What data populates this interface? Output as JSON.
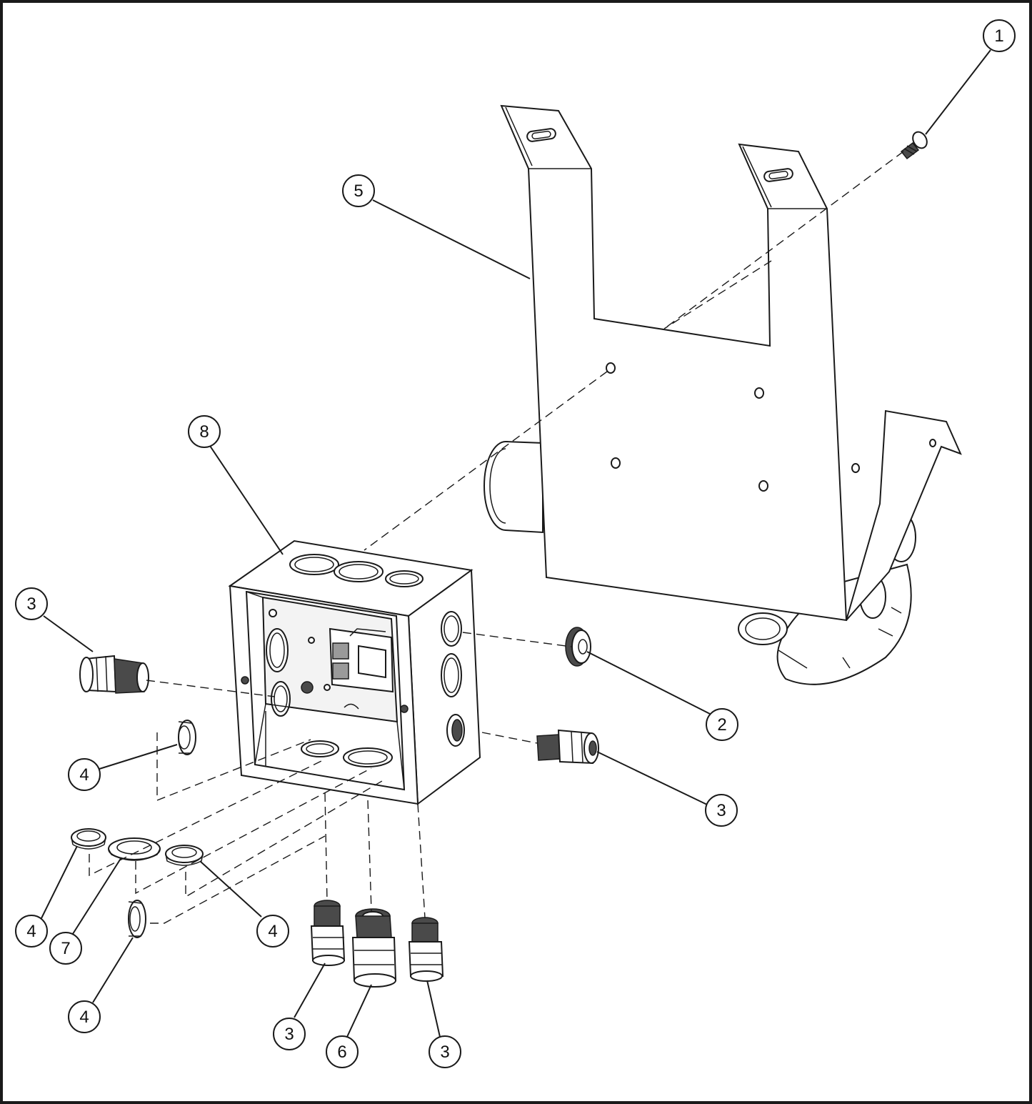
{
  "callouts": [
    {
      "id": "c1",
      "label": "1",
      "part": "screw"
    },
    {
      "id": "c5",
      "label": "5",
      "part": "mounting-bracket"
    },
    {
      "id": "c8",
      "label": "8",
      "part": "electrical-box"
    },
    {
      "id": "c3a",
      "label": "3",
      "part": "cable-gland"
    },
    {
      "id": "c2",
      "label": "2",
      "part": "grommet"
    },
    {
      "id": "c4a",
      "label": "4",
      "part": "locknut"
    },
    {
      "id": "c3b",
      "label": "3",
      "part": "cable-gland"
    },
    {
      "id": "c4b",
      "label": "4",
      "part": "locknut"
    },
    {
      "id": "c7",
      "label": "7",
      "part": "large-locknut"
    },
    {
      "id": "c4c",
      "label": "4",
      "part": "locknut"
    },
    {
      "id": "c4d",
      "label": "4",
      "part": "locknut"
    },
    {
      "id": "c3c",
      "label": "3",
      "part": "cable-gland"
    },
    {
      "id": "c6",
      "label": "6",
      "part": "large-cable-gland"
    },
    {
      "id": "c3d",
      "label": "3",
      "part": "cable-gland"
    }
  ]
}
